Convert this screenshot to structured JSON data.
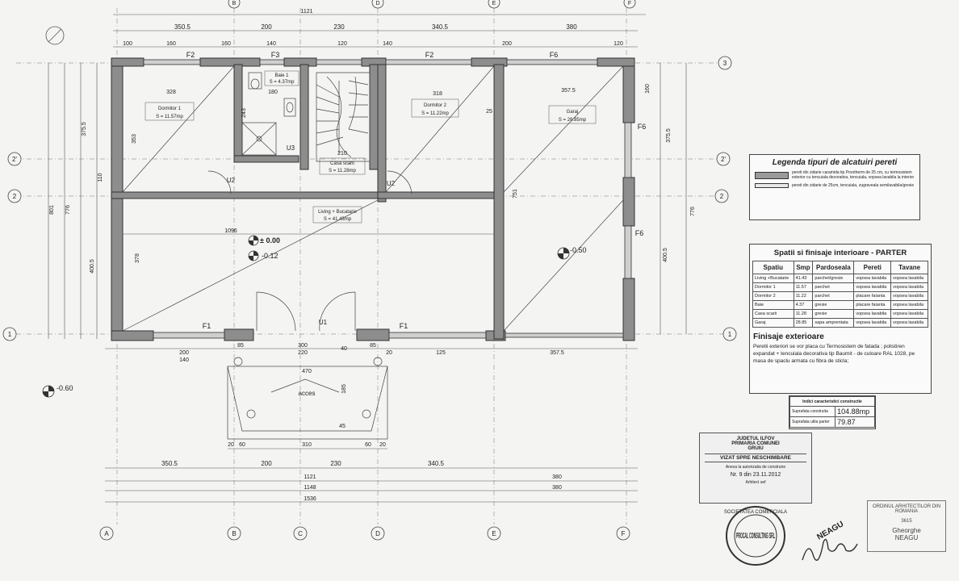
{
  "plan": {
    "axes_letters": [
      "A",
      "B",
      "C",
      "D",
      "E",
      "F"
    ],
    "axes_numbers": [
      "1",
      "2",
      "2'",
      "3"
    ],
    "top_dims_1": [
      "350.5",
      "200",
      "230",
      "340.5",
      "380"
    ],
    "top_dims_2": [
      "100",
      "160",
      "160",
      "140",
      "120",
      "140",
      "200",
      "120"
    ],
    "top_total": "1121",
    "bottom_dims_1": [
      "350.5",
      "200",
      "230",
      "340.5"
    ],
    "bottom_380": "380",
    "bottom_totals": [
      "1121",
      "1148",
      "1536"
    ],
    "front_dims": [
      "200",
      "140",
      "85",
      "300",
      "220",
      "40",
      "85",
      "20",
      "125",
      "357.5"
    ],
    "side_dims_left": [
      "375.5",
      "110",
      "801",
      "776",
      "400.5",
      "378",
      "353"
    ],
    "side_dims_right": [
      "375.5",
      "776",
      "400.5",
      "160"
    ],
    "windows": [
      "F2",
      "F3",
      "F2",
      "F6",
      "F6",
      "F6",
      "F1",
      "F1"
    ],
    "doors": [
      "U2",
      "U3",
      "U2",
      "U1"
    ],
    "rooms": [
      {
        "name": "Dormitor 1",
        "area": "S = 11.57mp"
      },
      {
        "name": "Baie 1",
        "area": "S = 4.37mp"
      },
      {
        "name": "Dormitor 2",
        "area": "S = 11.22mp"
      },
      {
        "name": "Garaj",
        "area": "S = 26.85mp"
      },
      {
        "name": "Casa scarii",
        "area": "S = 11.28mp"
      },
      {
        "name": "Living + Bucatarie",
        "area": "S = 41.43mp"
      }
    ],
    "inner_dims": [
      "328",
      "180",
      "318",
      "357.5",
      "210",
      "1096",
      "243",
      "25",
      "751"
    ],
    "levels": [
      "± 0.00",
      "-0.12",
      "-0.50",
      "-0.60"
    ],
    "access": {
      "label": "acces",
      "width": "470",
      "depth": "185",
      "dims": [
        "20",
        "60",
        "310",
        "60",
        "20",
        "45"
      ]
    }
  },
  "legend": {
    "title": "Legenda tipuri de alcatuiri pereti",
    "row1": "pereti din zidarie caramida tip Porotherm de 25 cm, cu termosistem exterior cu tencuiala decorativa, tencuiala, vopsea lavabila la interior",
    "row2": "pereti din zidarie de 25cm, tencuiala, zugraveala semilavabila/gresie"
  },
  "finishes": {
    "title": "Spatii si finisaje interioare - PARTER",
    "headers": [
      "Spatiu",
      "Smp",
      "Pardoseala",
      "Pereti",
      "Tavane"
    ],
    "rows": [
      [
        "Living +Bucatarie",
        "41.43",
        "parchet/gresie",
        "vopsea lavabila",
        "vopsea lavabila"
      ],
      [
        "Dormitor 1",
        "11.57",
        "parchet",
        "vopsea lavabila",
        "vopsea lavabila"
      ],
      [
        "Dormitor 2",
        "11.22",
        "parchet",
        "placare faianta",
        "vopsea lavabila"
      ],
      [
        "Baie",
        "4.37",
        "gresie",
        "placare faianta",
        "vopsea lavabila"
      ],
      [
        "Casa scarii",
        "11.28",
        "gresie",
        "vopsea lavabila",
        "vopsea lavabila"
      ],
      [
        "Garaj",
        "28.85",
        "sapa amprentata",
        "vopsea lavabila",
        "vopsea lavabila"
      ]
    ],
    "ext_title": "Finisaje exterioare",
    "ext_text": "Peretii exteriori se vor placa cu Termosistem de fatada ; polistiren expandat + tencuiala decorativa tip Baumit - de culoare RAL 1028, pe masa de spaclu armata cu fibra de sticla;"
  },
  "indicators": {
    "title": "Indici caracteristici constructie",
    "rows": [
      [
        "Suprafata construita",
        "104.88mp"
      ],
      [
        "Suprafata utila parter",
        "79.87"
      ]
    ]
  },
  "stamp": {
    "line1": "JUDETUL ILFOV",
    "line2": "PRIMARIA COMUNEI",
    "line3": "GRUIU",
    "vizat": "VIZAT SPRE NESCHIMBARE",
    "line4": "Anexa la autorizatia de construire",
    "nr": "Nr. 9 din 23.11.2012",
    "line5": "Arhitect sef"
  },
  "company": {
    "name": "PROCAL CONSULTING SRL",
    "ring": "SOCIETATEA COMERCIALA"
  },
  "architect": {
    "top": "ORDINUL ARHITECTILOR DIN ROMANIA",
    "num": "3615",
    "first": "Gheorghe",
    "last": "NEAGU",
    "signature": "NEAGU"
  }
}
